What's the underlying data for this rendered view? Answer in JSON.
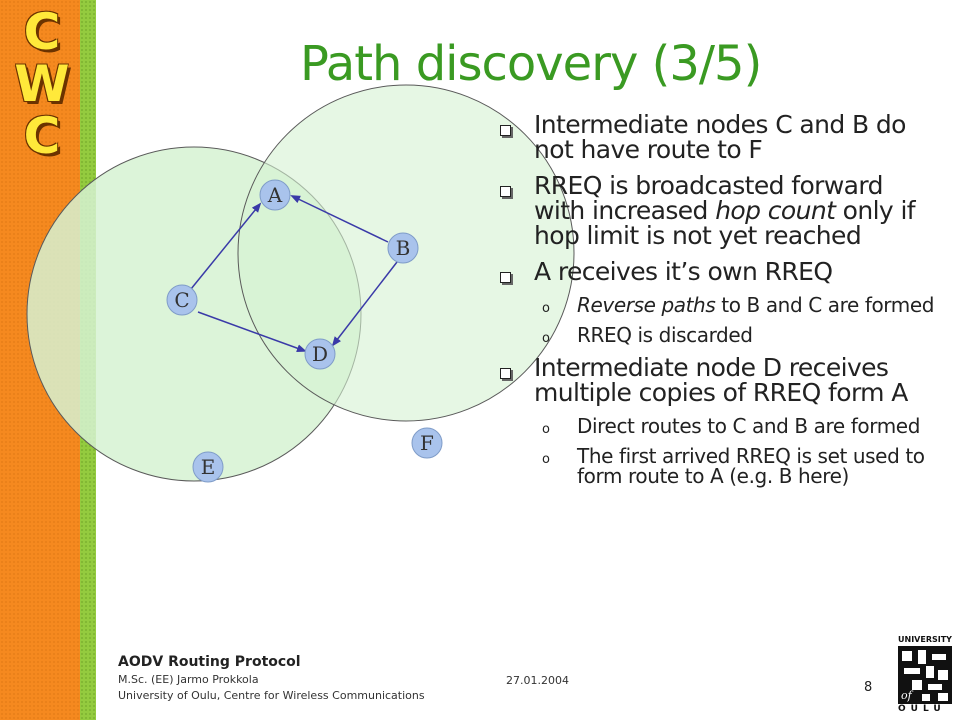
{
  "logo": {
    "letters": [
      "C",
      "W",
      "C"
    ]
  },
  "slide": {
    "title": "Path discovery (3/5)"
  },
  "diagram": {
    "nodes": [
      {
        "id": "a",
        "label": "A"
      },
      {
        "id": "b",
        "label": "B"
      },
      {
        "id": "c",
        "label": "C"
      },
      {
        "id": "d",
        "label": "D"
      },
      {
        "id": "e",
        "label": "E"
      },
      {
        "id": "f",
        "label": "F"
      }
    ],
    "colors": {
      "node_fill": "#a9c3ec",
      "range_fill": "#d6f2d2",
      "range_stroke": "#5a5a5a",
      "arrow": "#3a3aa8"
    }
  },
  "bullets": [
    {
      "pre": "Intermediate nodes C and B do not have route to F"
    },
    {
      "pre": "RREQ is broadcasted forward with increased ",
      "em": "hop count",
      "post": " only if hop limit is not yet reached"
    },
    {
      "pre": "A receives it’s own RREQ"
    },
    {
      "pre": "",
      "em": "Reverse paths",
      "post": " to B and C are formed"
    },
    {
      "pre": "RREQ is discarded"
    },
    {
      "pre": "Intermediate node D receives multiple copies of RREQ form A"
    },
    {
      "pre": "Direct routes to C and B are formed"
    },
    {
      "pre": "The first arrived RREQ is set used to form route to A (e.g. B here)"
    }
  ],
  "footer": {
    "title": "AODV Routing Protocol",
    "author": "M.Sc. (EE) Jarmo Prokkola",
    "affiliation": "University of Oulu, Centre for Wireless Communications",
    "date": "27.01.2004",
    "page": "8"
  },
  "university_logo": {
    "top": "UNIVERSITY",
    "of": "of",
    "bottom": "OULU"
  }
}
